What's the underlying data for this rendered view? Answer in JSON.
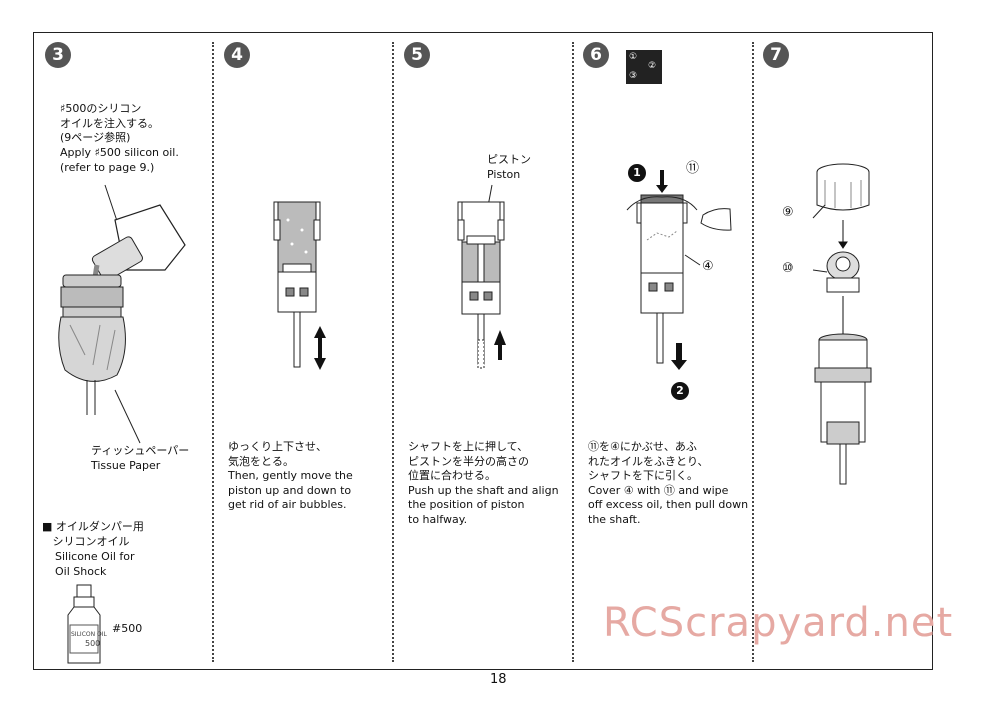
{
  "steps": [
    {
      "number": "3"
    },
    {
      "number": "4"
    },
    {
      "number": "5"
    },
    {
      "number": "6"
    },
    {
      "number": "7"
    }
  ],
  "step3": {
    "instruction_jp": "♯500のシリコン\nオイルを注入する。\n(9ページ参照)",
    "instruction_en": "Apply ♯500 silicon oil.\n(refer to page 9.)",
    "tissue_label_jp": "ティッシュペーパー",
    "tissue_label_en": "Tissue Paper",
    "oil_title_jp": "■ オイルダンパー用\n   シリコンオイル",
    "oil_title_en": "Silicone Oil for\nOil Shock",
    "oil_grade": "#500",
    "bottle_text": "SILICON OIL",
    "bottle_num": "500"
  },
  "step4": {
    "text": "ゆっくり上下させ、\n気泡をとる。\nThen, gently move the\npiston up and down to\nget rid of air bubbles."
  },
  "step5": {
    "piston_jp": "ピストン",
    "piston_en": "Piston",
    "text": "シャフトを上に押して、\nピストンを半分の高さの\n位置に合わせる。\nPush up the shaft and align\nthe position of piston\nto halfway."
  },
  "step6": {
    "seq_icon": [
      "①",
      "②",
      "③"
    ],
    "marker_1": "1",
    "marker_2": "2",
    "part_11": "⑪",
    "part_4": "④",
    "text": "⑪を④にかぶせ、あふ\nれたオイルをふきとり、\nシャフトを下に引く。\nCover ④ with ⑪ and wipe\noff excess oil, then pull down\nthe shaft."
  },
  "step7": {
    "part_9": "⑨",
    "part_10": "⑩"
  },
  "page_number": "18",
  "watermark": "RCScrapyard.net"
}
